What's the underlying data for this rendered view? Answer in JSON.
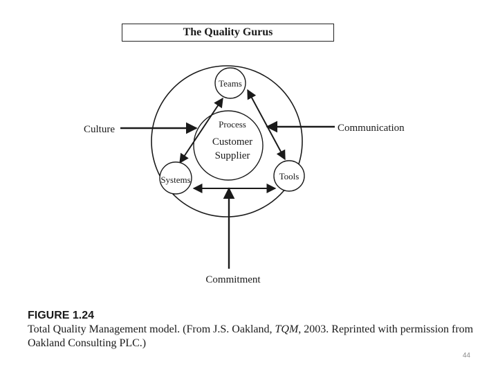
{
  "header": {
    "title": "The Quality Gurus"
  },
  "diagram": {
    "center": {
      "top": "Process",
      "line1": "Customer",
      "line2": "Supplier"
    },
    "nodes": {
      "teams": "Teams",
      "systems": "Systems",
      "tools": "Tools"
    },
    "inputs": {
      "culture": "Culture",
      "communication": "Communication",
      "commitment": "Commitment"
    }
  },
  "caption": {
    "label": "FIGURE 1.24",
    "text_before": "Total Quality Management model. (From J.S. Oakland, ",
    "text_italic": "TQM",
    "text_after": ", 2003. Reprinted with permission from Oakland Consulting PLC.)"
  },
  "footer": {
    "page_number": "44"
  },
  "colors": {
    "ink": "#1a1a1a",
    "page_number": "#8a8a8a"
  }
}
